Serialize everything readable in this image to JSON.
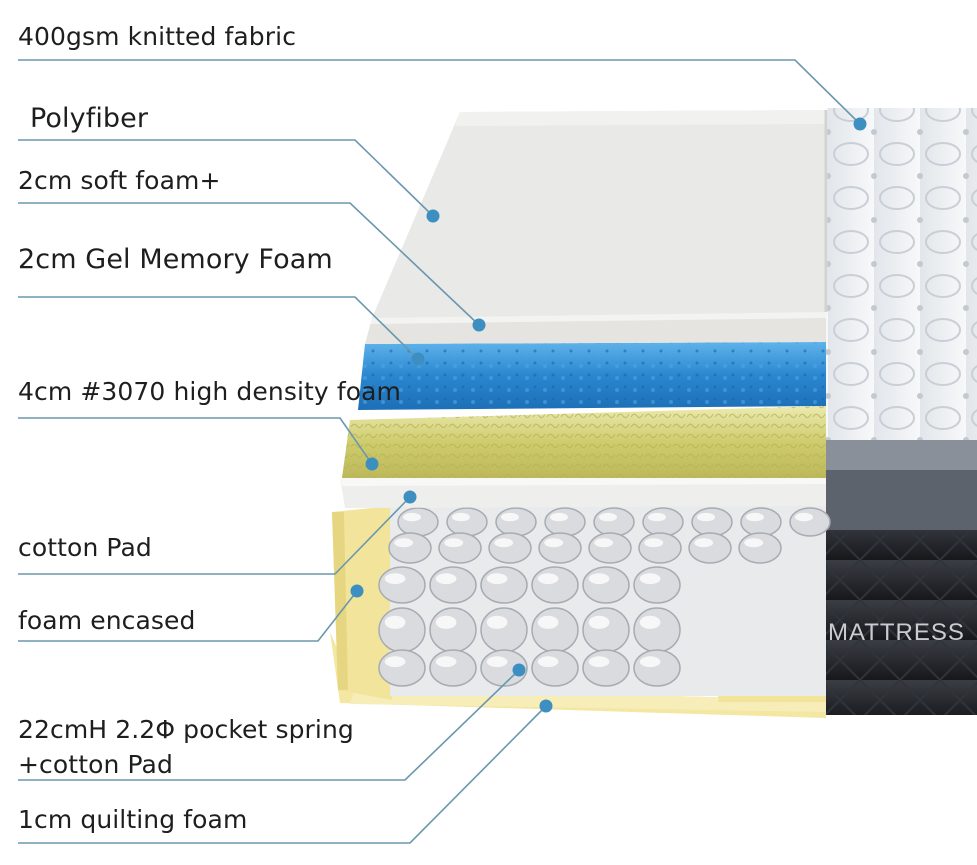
{
  "labels": {
    "l1": "400gsm knitted fabric",
    "l2": "Polyfiber",
    "l3": "2cm soft foam+",
    "l4": "2cm Gel Memory Foam",
    "l5": "4cm #3070 high density foam",
    "l6": "cotton Pad",
    "l7": "foam encased",
    "l8a": "22cmH 2.2Φ pocket spring",
    "l8b": "+cotton Pad",
    "l9": "1cm quilting foam"
  },
  "brand_text": "MATTRESS",
  "colors": {
    "leader_line": "#6a97ad",
    "dot": "#3d8fc2",
    "polyfiber": "#e9e9e7",
    "gel_foam": "#2e8fd3",
    "hd_foam": "#d9d78a",
    "foam_encased": "#f2e69a",
    "knit_fabric": "#f4f6f8",
    "border_panel": "#1e2024"
  }
}
